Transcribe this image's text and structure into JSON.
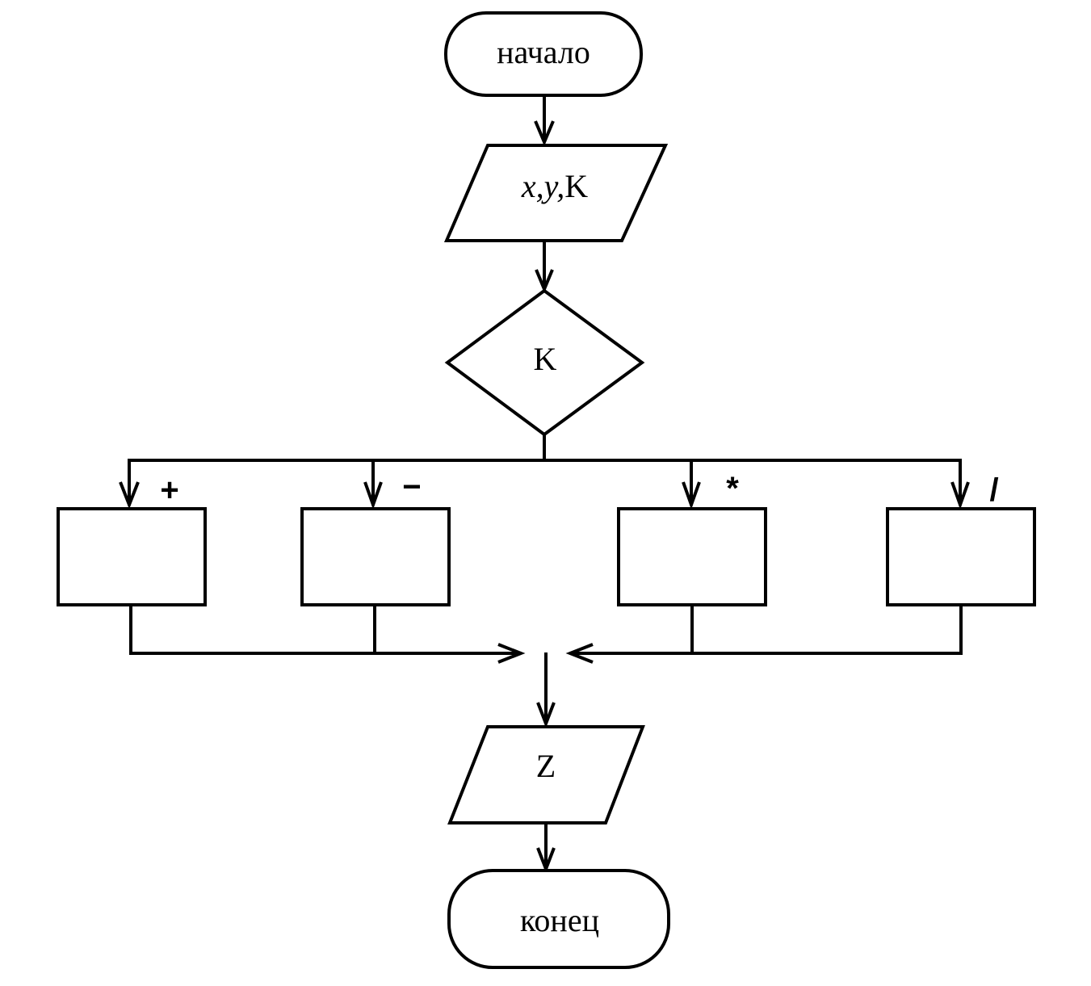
{
  "diagram": {
    "type": "flowchart",
    "language": "ru",
    "nodes": {
      "start": {
        "kind": "terminator",
        "text": "начало"
      },
      "input": {
        "kind": "input-output",
        "vars": [
          "x",
          "y",
          "K"
        ],
        "separator": ","
      },
      "decision": {
        "kind": "decision",
        "text": "K"
      },
      "branches": [
        {
          "op": "+",
          "text": ""
        },
        {
          "op": "−",
          "text": ""
        },
        {
          "op": "*",
          "text": ""
        },
        {
          "op": "/",
          "text": ""
        }
      ],
      "output": {
        "kind": "input-output",
        "text": "Z"
      },
      "end": {
        "kind": "terminator",
        "text": "конец"
      }
    },
    "edges": [
      [
        "start",
        "input"
      ],
      [
        "input",
        "decision"
      ],
      [
        "decision",
        "branch-plus"
      ],
      [
        "decision",
        "branch-minus"
      ],
      [
        "decision",
        "branch-multiply"
      ],
      [
        "decision",
        "branch-divide"
      ],
      [
        "branches",
        "output"
      ],
      [
        "output",
        "end"
      ]
    ]
  }
}
